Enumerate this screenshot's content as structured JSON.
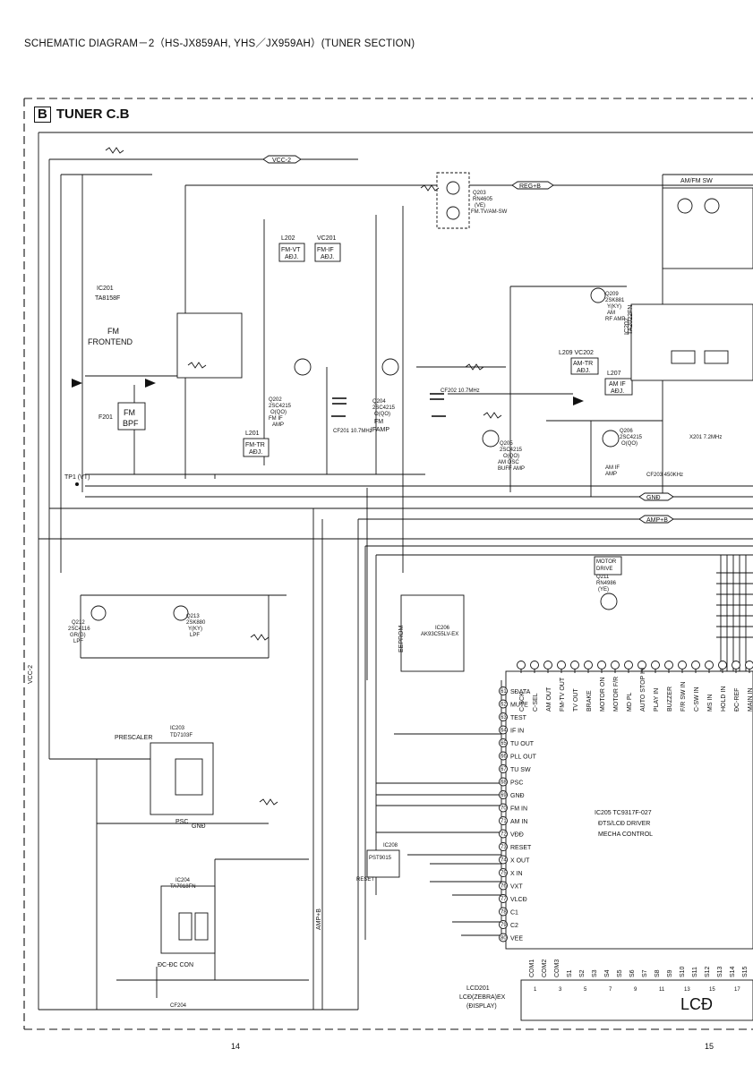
{
  "header": {
    "title": "SCHEMATIC DIAGRAM－2（HS-JX859AH, YHS／JX959AH）(TUNER SECTION)",
    "section_letter": "B",
    "section_name": "TUNER C.B"
  },
  "pages": {
    "left": "14",
    "right": "15"
  },
  "components": {
    "ic201": [
      "IC201",
      "TA8158F",
      "FM",
      "FRONTEND"
    ],
    "ic203": [
      "PRESCALER",
      "IC203",
      "TD7103F",
      "PSC"
    ],
    "ic204": [
      "IC204",
      "TA7018FN",
      "ÐC-ÐC CON"
    ],
    "ic206": [
      "IC206",
      "AK93C55LV-EX",
      "EEPROM"
    ],
    "ic205": [
      "IC205 TC9317F-027",
      "ÐTS/LCÐ DRIVER",
      "MECHA CONTROL"
    ],
    "ic202": [
      "IC202",
      "TA2022FN"
    ],
    "ic208": [
      "IC208",
      "PST9015",
      "RESET"
    ],
    "lcd": [
      "LCD201",
      "LCÐ(ZEBRA)EX",
      "(ÐISPLAY)",
      "LCÐ"
    ],
    "f201": [
      "F201",
      "FM",
      "BPF"
    ],
    "adj": [
      {
        "ref": "L202",
        "lines": [
          "FM-VT",
          "AÐJ."
        ]
      },
      {
        "ref": "VC201",
        "lines": [
          "FM-IF",
          "AÐJ."
        ]
      },
      {
        "ref": "L201",
        "lines": [
          "FM-TR",
          "AÐJ."
        ]
      },
      {
        "ref": "L209 VC202",
        "lines": [
          "AM-TR",
          "AÐJ."
        ]
      },
      {
        "ref": "L207",
        "lines": [
          "AM IF",
          "AÐJ."
        ]
      }
    ],
    "transistors": [
      {
        "ref": "Q202",
        "lines": [
          "2SC4215",
          "O(QO)",
          "FM IF",
          "AMP"
        ]
      },
      {
        "ref": "Q204",
        "lines": [
          "2SC4215",
          "O(QO)",
          "FM",
          "IFAMP"
        ]
      },
      {
        "ref": "Q205",
        "lines": [
          "2SC4215",
          "O(QO)",
          "AM OSC",
          "BUFF AMP"
        ]
      },
      {
        "ref": "Q206",
        "lines": [
          "2SC4215",
          "O(QO)",
          "AM IF",
          "AMP"
        ]
      },
      {
        "ref": "Q209",
        "lines": [
          "2SK881",
          "Y(KY)",
          "AM",
          "RF AMP"
        ]
      },
      {
        "ref": "Q203",
        "lines": [
          "RN4605",
          "(VE)",
          "FM.TV/AM-SW"
        ]
      },
      {
        "ref": "Q212",
        "lines": [
          "2SC4116",
          "GR(G)",
          "LPF"
        ]
      },
      {
        "ref": "Q213",
        "lines": [
          "2SK880",
          "Y(KY)",
          "LPF"
        ]
      },
      {
        "ref": "Q211",
        "lines": [
          "RN4986",
          "(YE)",
          "MOTOR",
          "DRIVE"
        ]
      }
    ],
    "misc": [
      "AM/FM SW",
      "TP1 (VT)",
      "CF201 10.7MHz",
      "CF202 10.7MHz",
      "CF203 450KHz",
      "CF204",
      "X201 7.2MHz"
    ]
  },
  "ic205_pins_top": [
    "C-SCK",
    "C-SEL",
    "AM OUT",
    "FM-TV OUT",
    "TV OUT",
    "BRAKE",
    "MOTOR ON",
    "MOTOR F/R",
    "MD PL",
    "AUTO STOP IN",
    "PLAY IN",
    "BUZZER",
    "F/R SW IN",
    "C-SW IN",
    "MS IN",
    "HOLD IN",
    "ÐC-REF",
    "MAIN IN"
  ],
  "ic205_pins_left": [
    {
      "n": "61",
      "name": "SÐATA"
    },
    {
      "n": "62",
      "name": "MUTE"
    },
    {
      "n": "63",
      "name": "TEST"
    },
    {
      "n": "64",
      "name": "IF IN"
    },
    {
      "n": "65",
      "name": "TU OUT"
    },
    {
      "n": "66",
      "name": "PLL OUT"
    },
    {
      "n": "67",
      "name": "TU SW"
    },
    {
      "n": "68",
      "name": "PSC"
    },
    {
      "n": "69",
      "name": "GNÐ"
    },
    {
      "n": "70",
      "name": "FM IN"
    },
    {
      "n": "71",
      "name": "AM IN"
    },
    {
      "n": "72",
      "name": "VÐÐ"
    },
    {
      "n": "73",
      "name": "RESET"
    },
    {
      "n": "74",
      "name": "X OUT"
    },
    {
      "n": "75",
      "name": "X IN"
    },
    {
      "n": "76",
      "name": "VXT"
    },
    {
      "n": "77",
      "name": "VLCÐ"
    },
    {
      "n": "78",
      "name": "C1"
    },
    {
      "n": "79",
      "name": "C2"
    },
    {
      "n": "80",
      "name": "VEE"
    }
  ],
  "lcd_pins": [
    "COM1",
    "COM2",
    "COM3",
    "S1",
    "S2",
    "S3",
    "S4",
    "S5",
    "S6",
    "S7",
    "S8",
    "S9",
    "S10",
    "S11",
    "S12",
    "S13",
    "S14",
    "S15"
  ],
  "lcd_pin_numbers": [
    "1",
    "3",
    "5",
    "7",
    "9",
    "11",
    "13",
    "15",
    "17"
  ],
  "buses": [
    "VCC-2",
    "REG+B",
    "GNÐ",
    "AMP+B",
    "VCC-2",
    "AMP+B",
    "GNÐ"
  ]
}
